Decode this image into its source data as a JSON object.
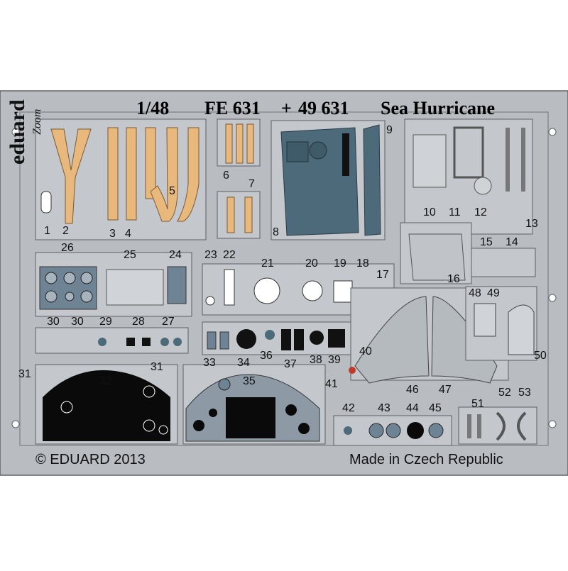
{
  "sheet": {
    "scale": "1/48",
    "code_fe": "FE 631",
    "plus": "+",
    "code_kit": "49 631",
    "subject": "Sea Hurricane",
    "brand": "eduard",
    "sub_brand": "Zoom",
    "copyright": "© EDUARD 2013",
    "origin": "Made in Czech Republic"
  },
  "colors": {
    "fret": "#b9bdc1",
    "fret_edge": "#5d6166",
    "belt": "#e8b87c",
    "panel_blue": "#4d6a7a",
    "instrument_black": "#0a0a0a",
    "instrument_grey": "#8d9aa5"
  },
  "part_numbers": [
    "1",
    "2",
    "3",
    "4",
    "5",
    "6",
    "7",
    "8",
    "9",
    "10",
    "11",
    "12",
    "13",
    "14",
    "15",
    "16",
    "17",
    "18",
    "19",
    "20",
    "21",
    "22",
    "23",
    "24",
    "25",
    "26",
    "27",
    "28",
    "29",
    "30",
    "30",
    "31",
    "31",
    "32",
    "33",
    "34",
    "35",
    "36",
    "37",
    "38",
    "39",
    "40",
    "41",
    "42",
    "43",
    "44",
    "45",
    "46",
    "47",
    "48",
    "49",
    "50",
    "51",
    "52",
    "53"
  ]
}
